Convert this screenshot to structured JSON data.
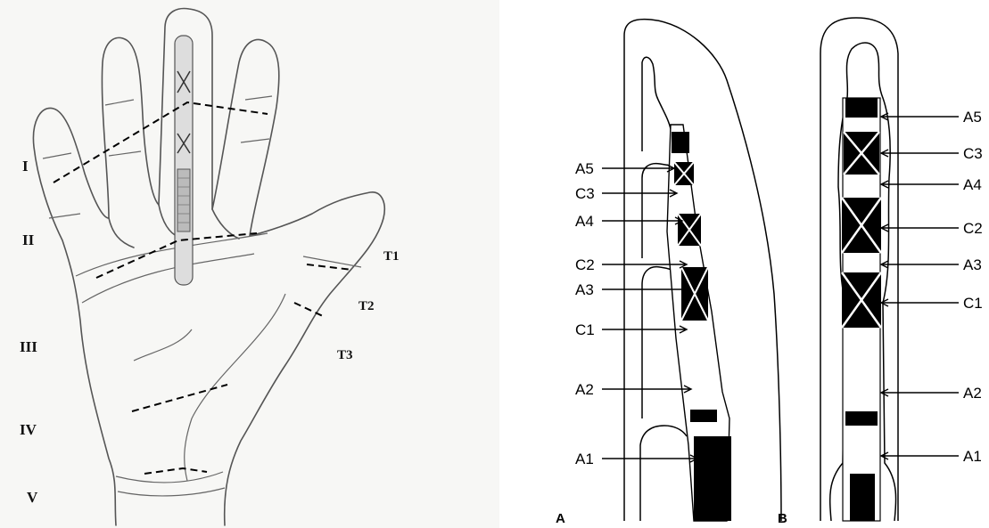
{
  "hand_diagram": {
    "zone_labels": [
      "I",
      "II",
      "III",
      "IV",
      "V"
    ],
    "thumb_zone_labels": [
      "T1",
      "T2",
      "T3"
    ]
  },
  "finger_diagram": {
    "panel_a": {
      "letter": "A",
      "pulley_labels": [
        "A5",
        "C3",
        "A4",
        "C2",
        "A3",
        "C1",
        "A2",
        "A1"
      ]
    },
    "panel_b": {
      "letter": "B",
      "pulley_labels": [
        "A5",
        "C3",
        "A4",
        "C2",
        "A3",
        "C1",
        "A2",
        "A1"
      ]
    }
  }
}
